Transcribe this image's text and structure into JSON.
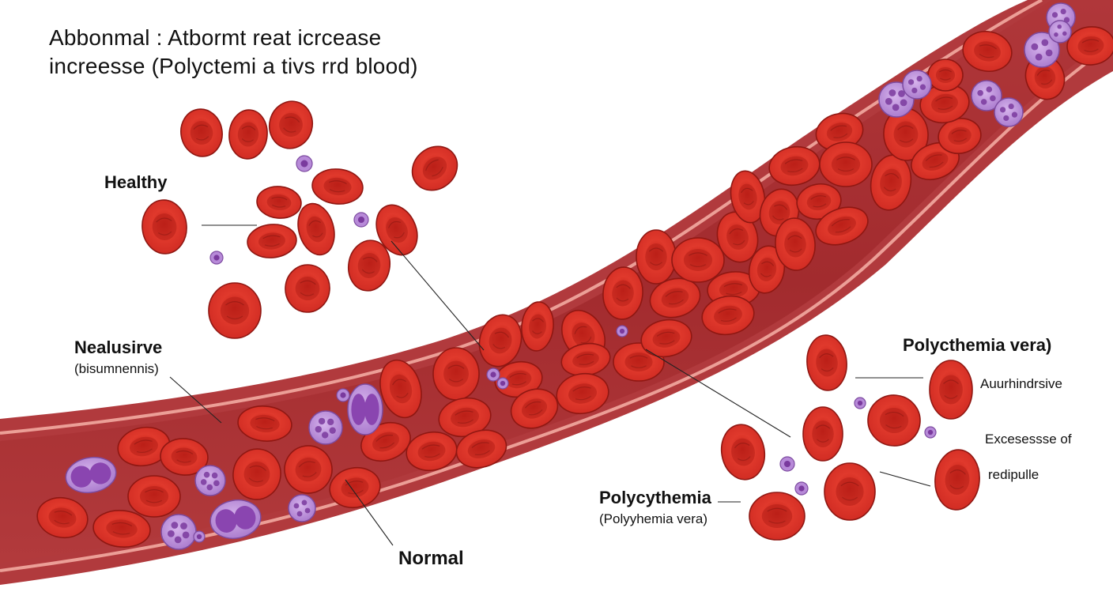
{
  "title": {
    "line1": "Abbonmal : Atbormt  reat icrcease",
    "line2": "increesse (Polyctemi  a tivs rrd blood)"
  },
  "labels": {
    "healthy": "Healthy",
    "nealusirve": "Nealusirve",
    "bisumnennis": "(bisumnennis)",
    "normal": "Normal",
    "polycythemia_vera_heading": "Polycthemia vera)",
    "auurhindrsive": "Auurhindrsive",
    "excesessse_of": "Excesessse of",
    "redipulle": "redipulle",
    "polycythemia": "Polycythemia",
    "polyyhemia_vera": "(Polyyhemia vera)"
  },
  "colors": {
    "vessel_wall": "#b8383a",
    "vessel_lumen": "#a52c2e",
    "vessel_highlight": "#e99590",
    "rbc_fill": "#d93228",
    "rbc_edge": "#8f1712",
    "rbc_center": "#b51f18",
    "wbc_fill": "#b98bd8",
    "wbc_nucleus": "#7a3a9e",
    "leader_line": "#222222"
  }
}
